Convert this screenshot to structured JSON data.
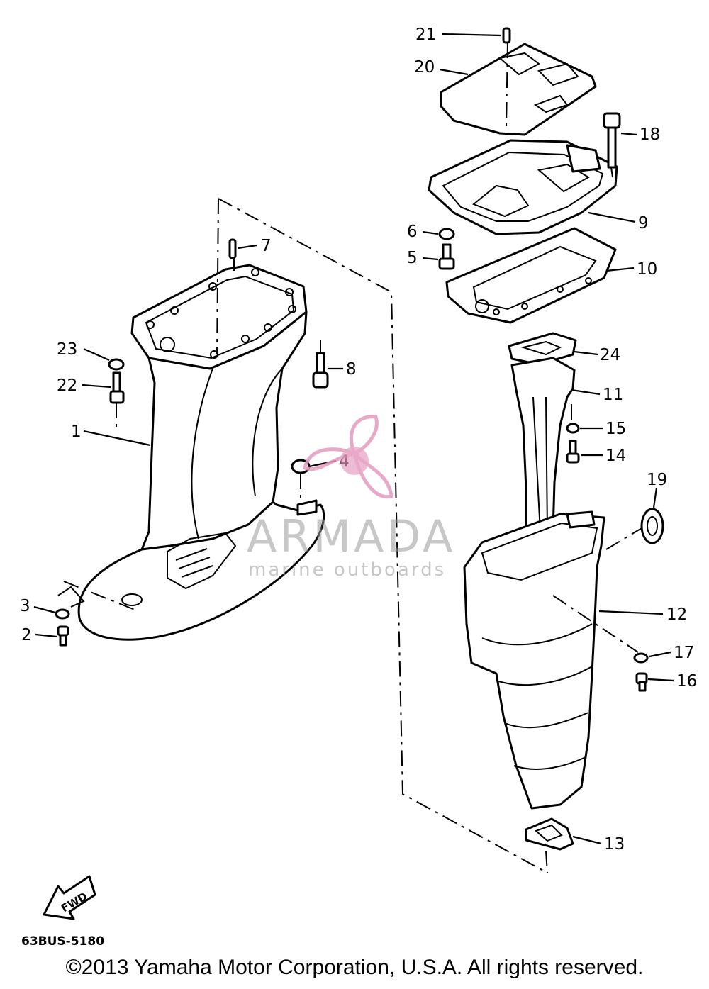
{
  "diagram": {
    "callouts": [
      {
        "id": "1",
        "label": "1"
      },
      {
        "id": "2",
        "label": "2"
      },
      {
        "id": "3",
        "label": "3"
      },
      {
        "id": "4",
        "label": "4"
      },
      {
        "id": "5",
        "label": "5"
      },
      {
        "id": "6",
        "label": "6"
      },
      {
        "id": "7",
        "label": "7"
      },
      {
        "id": "8",
        "label": "8"
      },
      {
        "id": "9",
        "label": "9"
      },
      {
        "id": "10",
        "label": "10"
      },
      {
        "id": "11",
        "label": "11"
      },
      {
        "id": "12",
        "label": "12"
      },
      {
        "id": "13",
        "label": "13"
      },
      {
        "id": "14",
        "label": "14"
      },
      {
        "id": "15",
        "label": "15"
      },
      {
        "id": "16",
        "label": "16"
      },
      {
        "id": "17",
        "label": "17"
      },
      {
        "id": "18",
        "label": "18"
      },
      {
        "id": "19",
        "label": "19"
      },
      {
        "id": "20",
        "label": "20"
      },
      {
        "id": "21",
        "label": "21"
      },
      {
        "id": "22",
        "label": "22"
      },
      {
        "id": "23",
        "label": "23"
      },
      {
        "id": "24",
        "label": "24"
      }
    ],
    "fwd_label": "FWD",
    "diagram_code": "63BUS-5180"
  },
  "watermark": {
    "brand": "ARMADA",
    "tagline": "marine outboards",
    "accent_color": "#e59bbf"
  },
  "footer": {
    "copyright": "©2013 Yamaha Motor Corporation, U.S.A. All rights reserved."
  }
}
